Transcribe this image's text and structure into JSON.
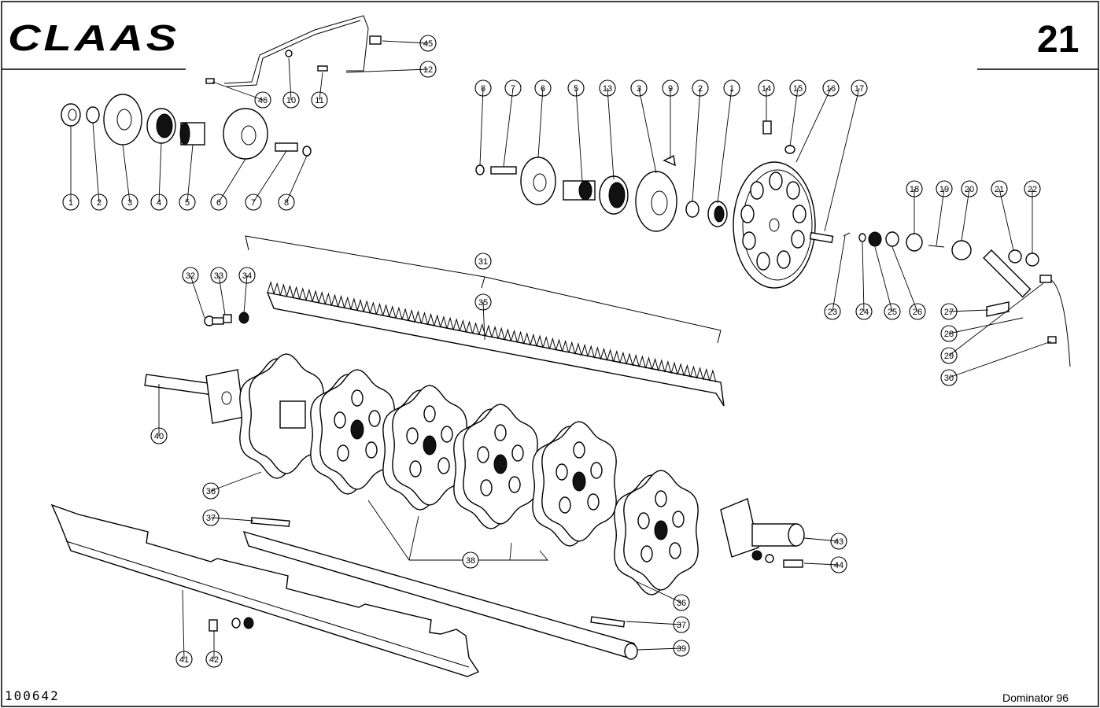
{
  "header": {
    "logo": "CLAAS",
    "page_number": "21"
  },
  "footer": {
    "drawing_number": "100642",
    "model": "Dominator 96"
  },
  "callouts": {
    "top_left": [
      "1",
      "2",
      "3",
      "4",
      "5",
      "6",
      "7",
      "8"
    ],
    "top_right": [
      "8",
      "7",
      "6",
      "5",
      "13",
      "3",
      "9",
      "2",
      "1",
      "14",
      "15",
      "16",
      "17"
    ],
    "upper_wire": [
      "45",
      "12",
      "46",
      "10",
      "11"
    ],
    "right_group": [
      "18",
      "19",
      "20",
      "21",
      "22",
      "23",
      "24",
      "25",
      "26",
      "27",
      "28",
      "29",
      "30"
    ],
    "concave": [
      "31",
      "32",
      "33",
      "34",
      "35"
    ],
    "drum": [
      "36",
      "36",
      "37",
      "37",
      "38",
      "39",
      "40",
      "41",
      "42",
      "43",
      "44"
    ]
  }
}
